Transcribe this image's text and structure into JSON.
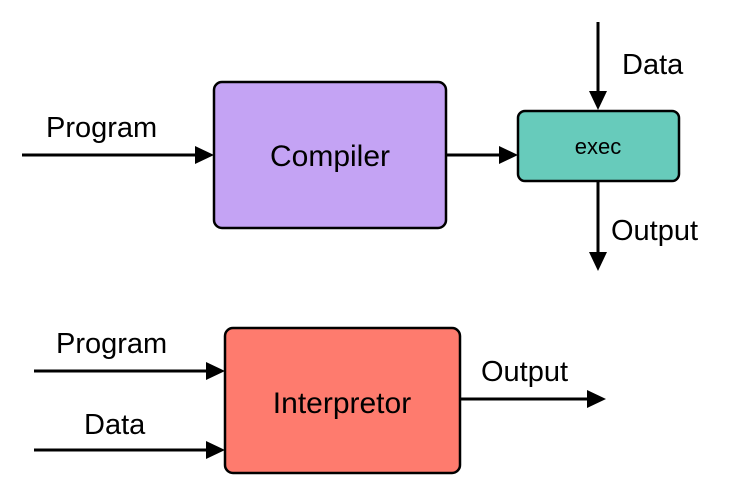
{
  "compiler_flow": {
    "input_program_label": "Program",
    "compiler_label": "Compiler",
    "exec_label": "exec",
    "data_label": "Data",
    "output_label": "Output"
  },
  "interpreter_flow": {
    "input_program_label": "Program",
    "input_data_label": "Data",
    "interpreter_label": "Interpretor",
    "output_label": "Output"
  },
  "colors": {
    "compiler_fill": "#c4a3f4",
    "exec_fill": "#67cbbb",
    "interpreter_fill": "#fe7b6e",
    "stroke": "#000000"
  }
}
